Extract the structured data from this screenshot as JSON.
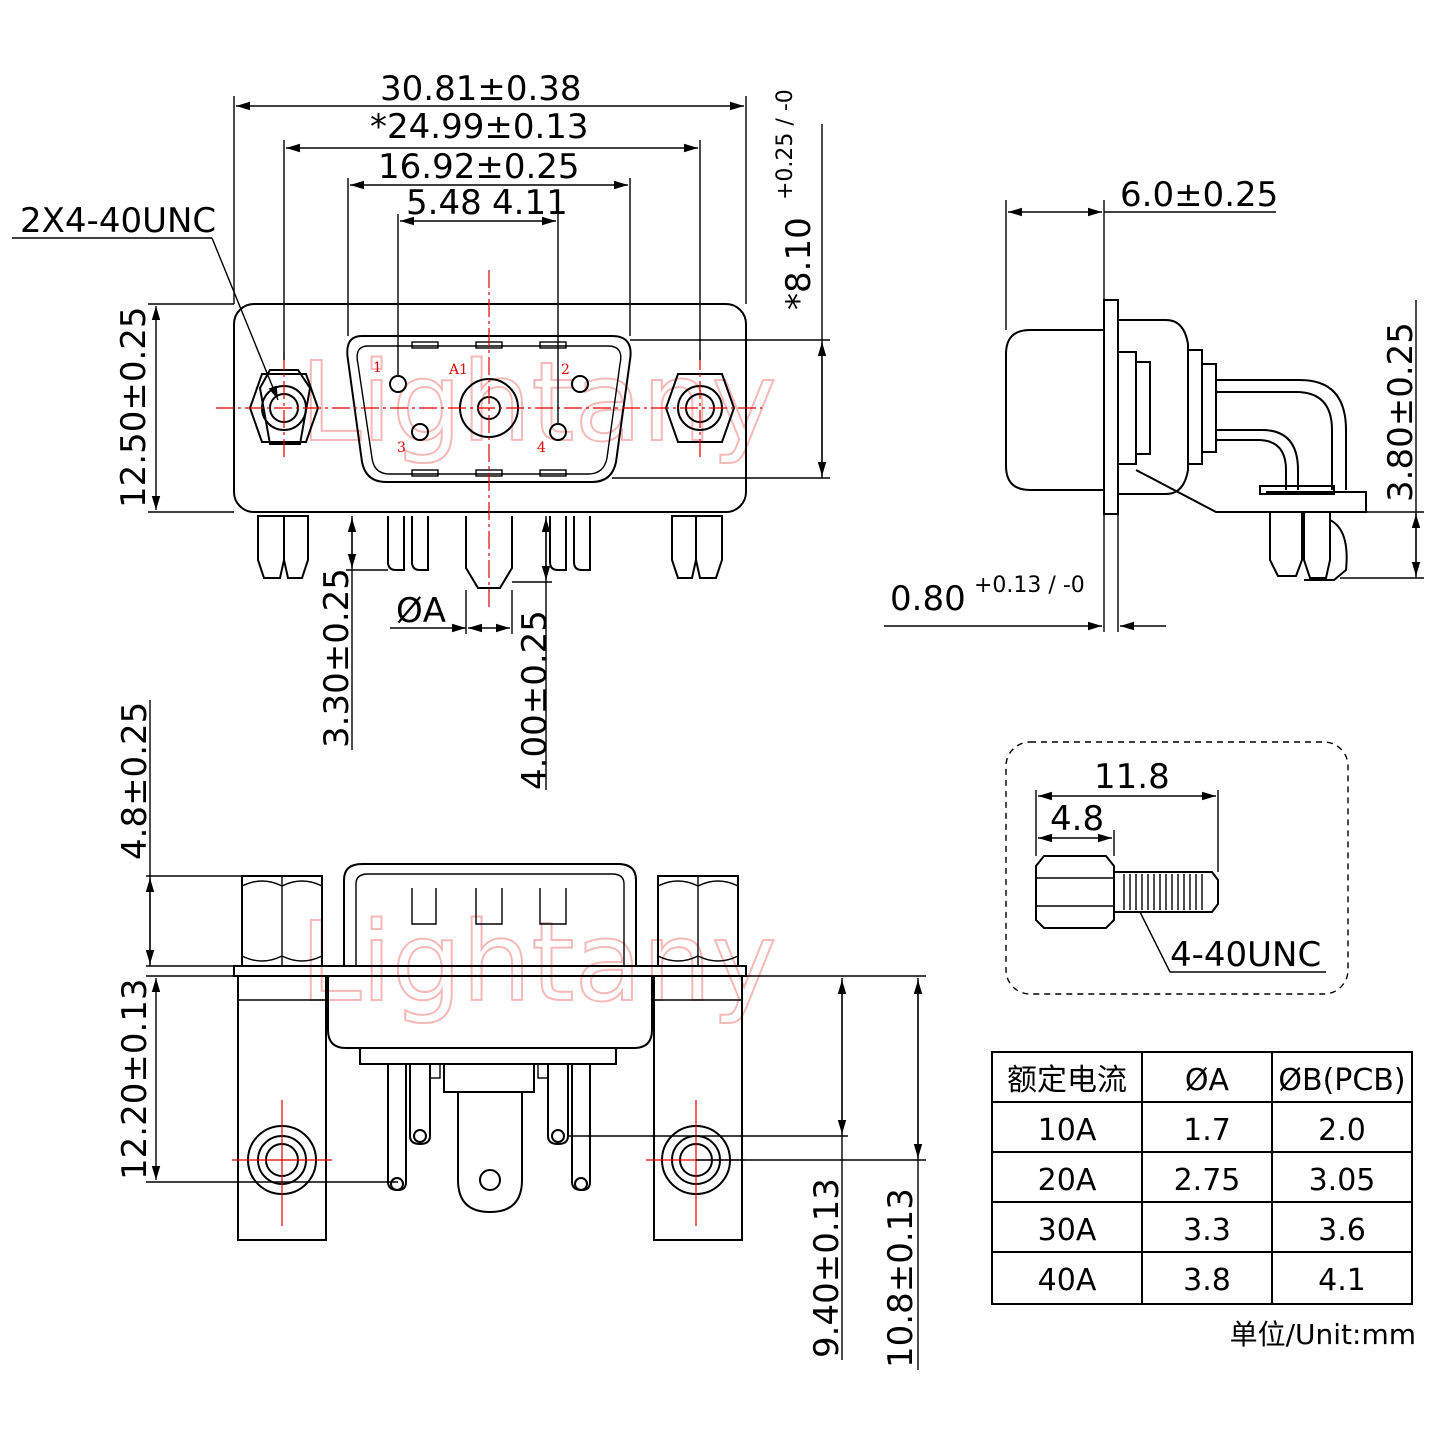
{
  "watermark": "Lightany",
  "front_view": {
    "dims": {
      "overall_width": "30.81±0.38",
      "mount_hole_pitch": "*24.99±0.13",
      "shell_width": "16.92±0.25",
      "pitch_left": "5.48",
      "pitch_right": "4.11",
      "thread_callout": "2X4-40UNC",
      "flange_height": "12.50±0.25",
      "shell_height_main": "*8.10",
      "shell_height_tol": "+0.25 / -0",
      "pin_len_left": "3.30±0.25",
      "pin_len_power": "4.00±0.25",
      "phi_a": "ØA"
    },
    "pin_labels": [
      "1",
      "A1",
      "2",
      "3",
      "4"
    ]
  },
  "side_view": {
    "dims": {
      "depth": "6.0±0.25",
      "height": "3.80±0.25",
      "flange_main": "0.80",
      "flange_tol": "+0.13 / -0"
    }
  },
  "bottom_view": {
    "dims": {
      "nut_height": "4.8±0.25",
      "pcb_to_hole": "12.20±0.13",
      "row_1": "9.40±0.13",
      "row_2": "10.8±0.13"
    }
  },
  "screw_detail": {
    "dims": {
      "total": "11.8",
      "head": "4.8",
      "thread": "4-40UNC"
    }
  },
  "current_table": {
    "headers": [
      "额定电流",
      "ØA",
      "ØB(PCB)"
    ],
    "rows": [
      [
        "10A",
        "1.7",
        "2.0"
      ],
      [
        "20A",
        "2.75",
        "3.05"
      ],
      [
        "30A",
        "3.3",
        "3.6"
      ],
      [
        "40A",
        "3.8",
        "4.1"
      ]
    ]
  },
  "unit_note": "单位/Unit:mm"
}
